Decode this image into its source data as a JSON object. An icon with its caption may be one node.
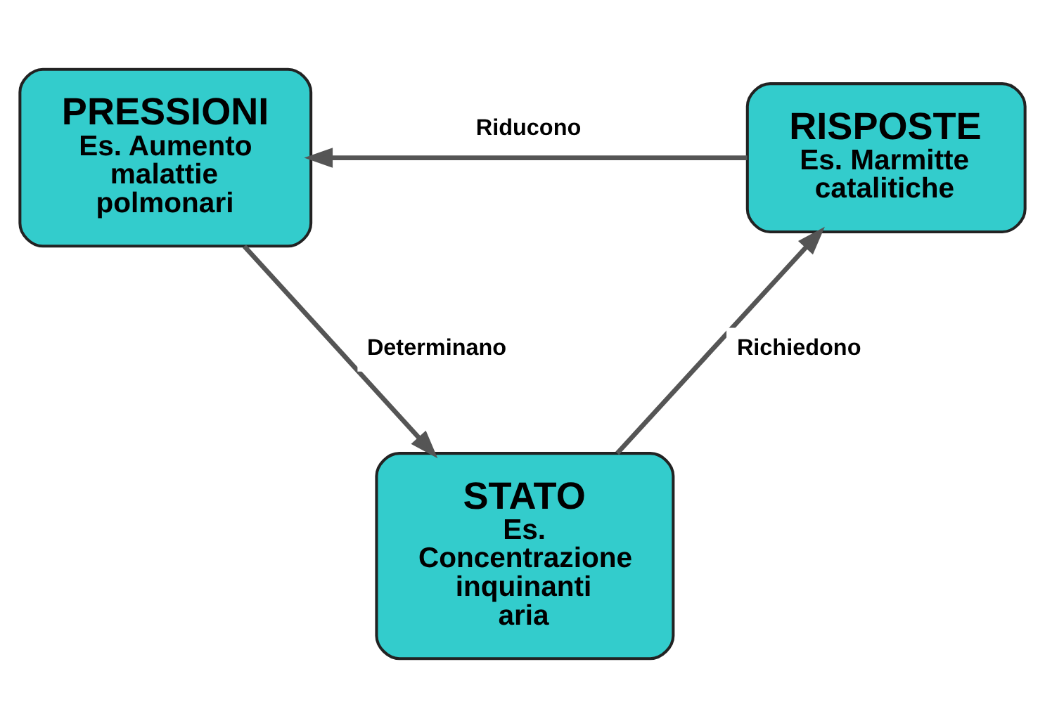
{
  "diagram": {
    "nodes": [
      {
        "text": [
          "PRESSIONI",
          "Es. Aumento malattie polmonari"
        ]
      },
      {
        "text": [
          "RISPOSTE",
          "Es. Marmitte catalitiche"
        ]
      },
      {
        "text": [
          "STATO",
          "Es. Concentrazione inquinanti aria"
        ]
      }
    ],
    "edges": [
      {
        "from": 1,
        "to": 0,
        "arrow": "to",
        "label": "Riducono"
      },
      {
        "from": 0,
        "to": 2,
        "arrow": "to",
        "label": "Determinano"
      },
      {
        "from": 2,
        "to": 1,
        "arrow": "to",
        "label": "Richiedono"
      }
    ]
  }
}
